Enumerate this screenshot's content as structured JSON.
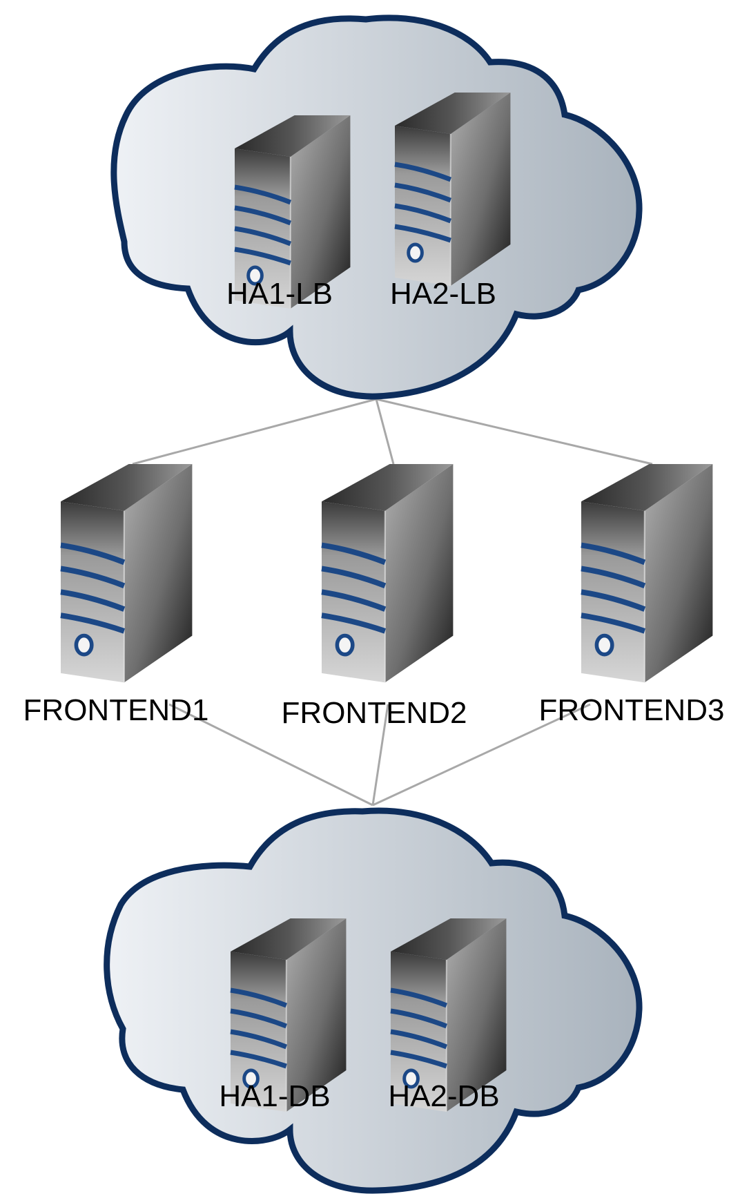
{
  "clouds": {
    "load_balancers": {
      "servers": [
        {
          "label": "HA1-LB"
        },
        {
          "label": "HA2-LB"
        }
      ]
    },
    "databases": {
      "servers": [
        {
          "label": "HA1-DB"
        },
        {
          "label": "HA2-DB"
        }
      ]
    }
  },
  "frontends": [
    {
      "label": "FRONTEND1"
    },
    {
      "label": "FRONTEND2"
    },
    {
      "label": "FRONTEND3"
    }
  ],
  "colors": {
    "cloud_outline": "#0d2d5c",
    "cloud_fill_light": "#eef1f5",
    "cloud_fill_dark": "#a9b3bd",
    "connector": "#a8a8a8",
    "server_stripe": "#1c4886",
    "server_dark": "#1e1e1e",
    "server_light": "#c8c8c8"
  }
}
